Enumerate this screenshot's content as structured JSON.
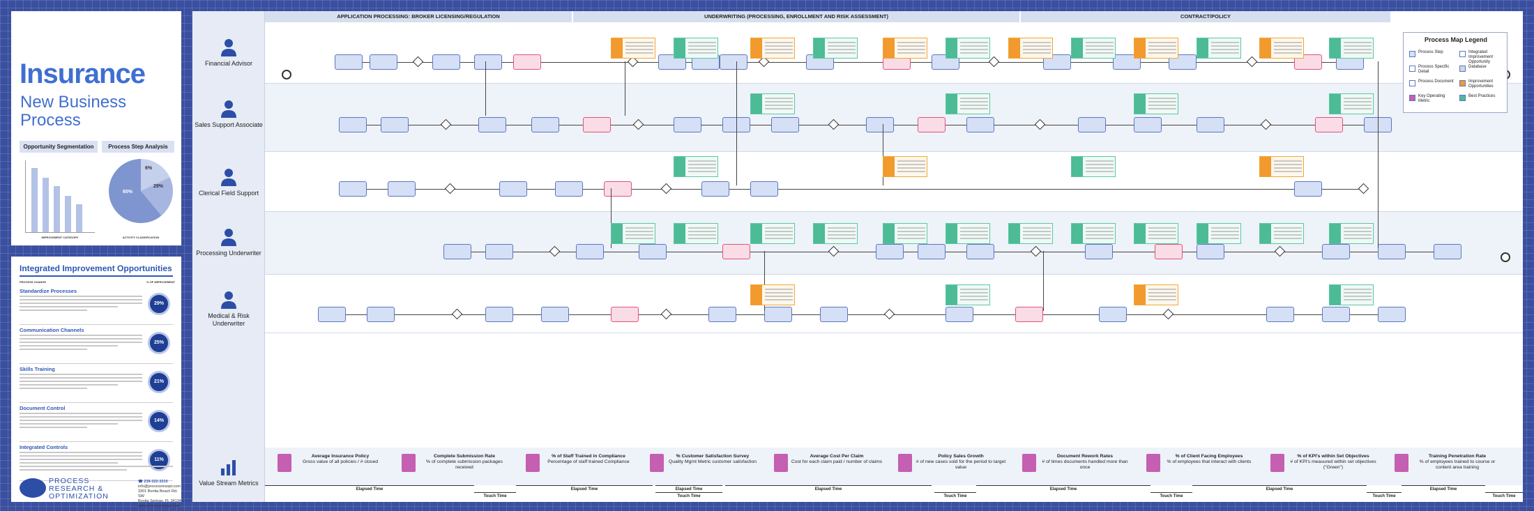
{
  "title": {
    "main": "Insurance",
    "sub": "New Business Process"
  },
  "mini": {
    "segmentation_title": "Opportunity Segmentation",
    "step_title": "Process Step Analysis",
    "bars_caption": "IMPROVEMENT CATEGORY",
    "pie_caption": "ACTIVITY CLASSIFICATION",
    "pie_labels": [
      "6%",
      "29%",
      "65%"
    ]
  },
  "opportunities": {
    "title": "Integrated Improvement Opportunities",
    "col_left": "PROCESS CHANGE",
    "col_right": "% OF IMPROVEMENT",
    "items": [
      {
        "name": "Standardize Processes",
        "pct": "29%"
      },
      {
        "name": "Communication Channels",
        "pct": "25%"
      },
      {
        "name": "Skills Training",
        "pct": "21%"
      },
      {
        "name": "Document Control",
        "pct": "14%"
      },
      {
        "name": "Integrated Controls",
        "pct": "11%"
      }
    ]
  },
  "logo": {
    "line1": "PROCESS",
    "line2": "RESEARCH &",
    "line3": "OPTIMIZATION"
  },
  "contact": {
    "phone": "☎ 239-322-3210",
    "web": "info@processresopt.com",
    "addr1": "3301 Bonita Beach Rd. SW",
    "addr2": "Bonita Springs, FL 34134",
    "site": "www.processresopt.com"
  },
  "phases": [
    "APPLICATION PROCESSING: BROKER LICENSING/REGULATION",
    "UNDERWRITING (PROCESSING, ENROLLMENT AND RISK ASSESSMENT)",
    "CONTRACT/POLICY"
  ],
  "lanes": [
    "Financial Advisor",
    "Sales Support Associate",
    "Clerical Field Support",
    "Processing Underwriter",
    "Medical & Risk Underwriter",
    "Value Stream Metrics"
  ],
  "legend": {
    "title": "Process Map Legend",
    "items": [
      "Process Step",
      "Process Specific Detail",
      "Process Document",
      "Key Operating Metric",
      "Integrated Improvement Opportunity",
      "Database",
      "Improvement Opportunities",
      "Best Practices"
    ]
  },
  "metrics": [
    {
      "name": "Average Insurance Policy",
      "detail": "Gross value of all policies / # closed"
    },
    {
      "name": "Complete Submission Rate",
      "detail": "% of complete submission packages received"
    },
    {
      "name": "% of Staff Trained in Compliance",
      "detail": "Percentage of staff trained Compliance"
    },
    {
      "name": "% Customer Satisfaction Survey",
      "detail": "Quality Mgmt Metric customer satisfaction"
    },
    {
      "name": "Average Cost Per Claim",
      "detail": "Cost for each claim paid / number of claims"
    },
    {
      "name": "Policy Sales Growth",
      "detail": "# of new cases sold for the period to target value"
    },
    {
      "name": "Document Rework Rates",
      "detail": "# of times documents handled more than once"
    },
    {
      "name": "% of Client Facing Employees",
      "detail": "% of employees that interact with clients"
    },
    {
      "name": "% of KPI's within Set Objectives",
      "detail": "# of KPI's measured within set objectives (\"Green\")"
    },
    {
      "name": "Training Penetration Rate",
      "detail": "% of employees trained to course or content area training"
    }
  ],
  "timeline": [
    "Elapsed Time",
    "Touch Time",
    "Elapsed Time",
    "Elapsed Time",
    "Touch Time",
    "Elapsed Time",
    "Touch Time",
    "Elapsed Time",
    "Touch Time",
    "Elapsed Time",
    "Touch Time",
    "Elapsed Time",
    "Touch Time"
  ],
  "colors": {
    "accent": "#3f6fd1",
    "board": "#3a4fa0",
    "orange": "#f29a2e",
    "green": "#4dbb95",
    "magenta": "#c55fb1"
  }
}
